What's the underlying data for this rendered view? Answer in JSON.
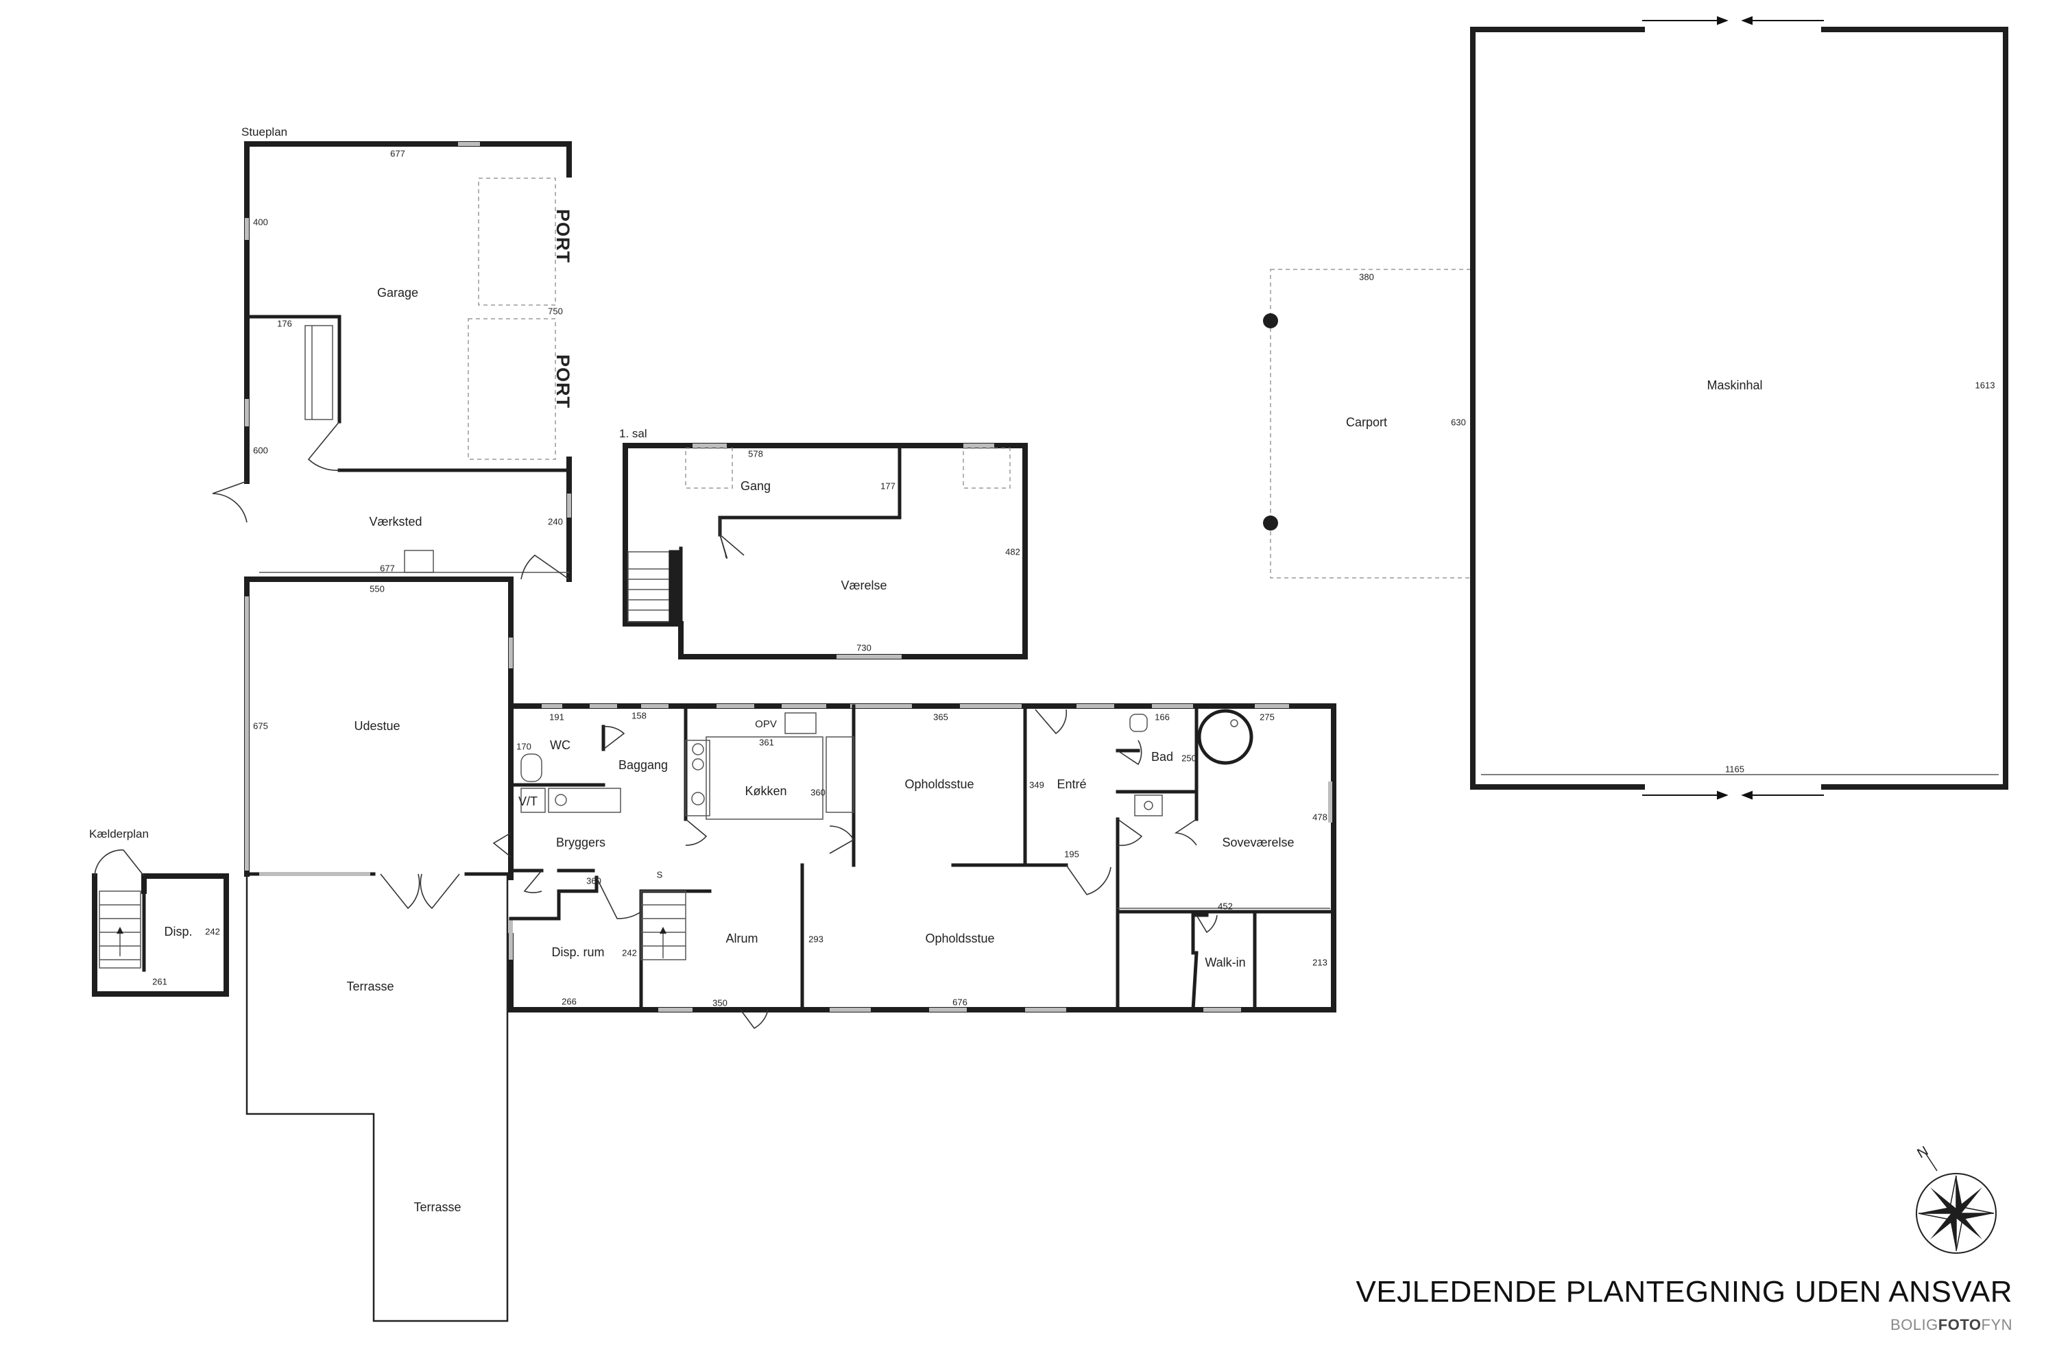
{
  "sections": {
    "ground": "Stueplan",
    "upper": "1. sal",
    "basement": "Kælderplan"
  },
  "rooms": {
    "garage": "Garage",
    "port": "PORT",
    "vaerksted": "Værksted",
    "udestue": "Udestue",
    "terrasse": "Terrasse",
    "gang": "Gang",
    "vaerelse": "Værelse",
    "wc": "WC",
    "vt": "V/T",
    "baggang": "Baggang",
    "bryggers": "Bryggers",
    "disp_rum": "Disp. rum",
    "koekken": "Køkken",
    "opv": "OPV",
    "alrum": "Alrum",
    "opholdsstue": "Opholdsstue",
    "entre": "Entré",
    "bad": "Bad",
    "sovevaerelse": "Soveværelse",
    "walkin": "Walk-in",
    "disp": "Disp.",
    "carport": "Carport",
    "maskinhal": "Maskinhal",
    "stair_s": "S"
  },
  "dimensions": {
    "garage_top": "677",
    "garage_left": "400",
    "garage_right": "750",
    "garage_inner": "176",
    "vaerksted_left": "600",
    "vaerksted_right": "240",
    "vaerksted_bottom": "677",
    "udestue_top": "550",
    "udestue_left": "675",
    "gang_top": "578",
    "gang_right": "177",
    "vaerelse_right": "482",
    "vaerelse_bottom": "730",
    "wc_top": "191",
    "wc_left": "170",
    "baggang_top": "158",
    "koekken_top": "361",
    "koekken_right": "360",
    "bryggers_bottom": "360",
    "disp_rum_right": "242",
    "disp_rum_bottom": "266",
    "alrum_bottom": "350",
    "alrum_left": "293",
    "opholdsstue_top": "365",
    "opholdsstue_bottom": "676",
    "entre_left": "349",
    "entre_bottom": "195",
    "bad_top": "166",
    "bad_right": "250",
    "sove_top": "275",
    "sove_right": "478",
    "walkin_top": "452",
    "walkin_right": "213",
    "disp_right": "242",
    "disp_bottom": "261",
    "carport_top": "380",
    "carport_right": "630",
    "maskinhal_right": "1613",
    "maskinhal_bottom": "1165"
  },
  "footer": {
    "title": "VEJLEDENDE PLANTEGNING UDEN ANSVAR",
    "brand_prefix": "BOLIG",
    "brand_bold": "FOTO",
    "brand_suffix": "FYN"
  },
  "compass": {
    "north_label": "N"
  }
}
